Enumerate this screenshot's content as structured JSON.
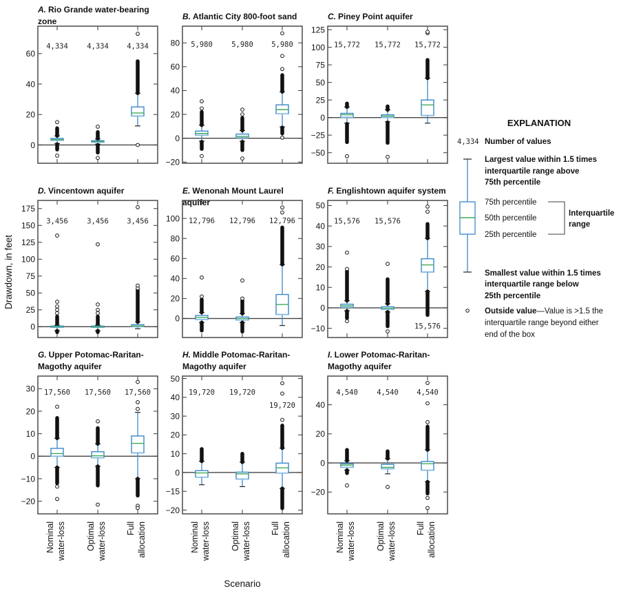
{
  "chart_data": {
    "type": "box",
    "ylabel": "Drawdown, in feet",
    "xlabel": "Scenario",
    "categories": [
      [
        "Nominal",
        "water-loss"
      ],
      [
        "Optimal",
        "water-loss"
      ],
      [
        "Full",
        "allocation"
      ]
    ],
    "colors": {
      "box": "#3a87c8",
      "box_light": "#86b9e0",
      "median": "#3faa5a",
      "outlier": "#111111",
      "frame": "#555555"
    },
    "panels": [
      {
        "letter": "A.",
        "title": [
          "Rio Grande water-bearing",
          "zone"
        ],
        "ylim": [
          -12,
          78
        ],
        "ticks": [
          0,
          20,
          40,
          60
        ],
        "tick_labels": [
          "0",
          "20",
          "40",
          "60"
        ],
        "boxes": [
          {
            "n": "4,334",
            "label_y": 65,
            "stats": [
              1,
              3,
              3.5,
              4.3,
              6
            ],
            "dense": [
              [
                6,
                11
              ],
              [
                -3,
                0.5
              ]
            ],
            "outliers": [
              15,
              -7
            ]
          },
          {
            "n": "4,334",
            "label_y": 65,
            "stats": [
              0.5,
              1.8,
              2.2,
              2.8,
              4
            ],
            "dense": [
              [
                4,
                8.5
              ],
              [
                -5,
                0
              ]
            ],
            "outliers": [
              12,
              -8.5
            ]
          },
          {
            "n": "4,334",
            "label_y": 65,
            "stats": [
              12.5,
              19,
              21,
              25,
              34
            ],
            "dense": [
              [
                34,
                55
              ]
            ],
            "outliers": [
              73,
              0
            ]
          }
        ]
      },
      {
        "letter": "B.",
        "title": [
          "Atlantic City 800-foot sand"
        ],
        "ylim": [
          -21,
          94
        ],
        "ticks": [
          -20,
          0,
          20,
          40,
          60,
          80
        ],
        "tick_labels": [
          "−20",
          "0",
          "20",
          "40",
          "60",
          "80"
        ],
        "boxes": [
          {
            "n": "5,980",
            "label_y": 79,
            "stats": [
              -2.5,
              2.5,
              4,
              6,
              11
            ],
            "dense": [
              [
                11,
                22
              ],
              [
                -9,
                -3
              ]
            ],
            "outliers": [
              25,
              31,
              -15
            ]
          },
          {
            "n": "5,980",
            "label_y": 79,
            "stats": [
              -2.5,
              0.5,
              1.5,
              3.5,
              6.5
            ],
            "dense": [
              [
                6.5,
                17
              ],
              [
                -10,
                -3
              ]
            ],
            "outliers": [
              20,
              24,
              -17
            ]
          },
          {
            "n": "5,980",
            "label_y": 79,
            "stats": [
              9.5,
              20.5,
              24,
              28,
              39
            ],
            "dense": [
              [
                39,
                53
              ],
              [
                4,
                9
              ]
            ],
            "outliers": [
              58,
              69,
              88,
              0.5
            ]
          }
        ]
      },
      {
        "letter": "C.",
        "title": [
          "Piney Point aquifer"
        ],
        "ylim": [
          -65,
          130
        ],
        "ticks": [
          -50,
          -25,
          0,
          25,
          50,
          75,
          100,
          125
        ],
        "tick_labels": [
          "−50",
          "−25",
          "0",
          "25",
          "50",
          "75",
          "100",
          "125"
        ],
        "boxes": [
          {
            "n": "15,772",
            "label_y": 104,
            "stats": [
              -8,
              0.5,
              4,
              6,
              15
            ],
            "dense": [
              [
                15,
                20
              ],
              [
                -35,
                -9
              ]
            ],
            "outliers": [
              -55
            ]
          },
          {
            "n": "15,772",
            "label_y": 104,
            "stats": [
              -6,
              0,
              2,
              4,
              11
            ],
            "dense": [
              [
                11,
                16
              ],
              [
                -36,
                -7
              ]
            ],
            "outliers": [
              -56
            ]
          },
          {
            "n": "15,772",
            "label_y": 104,
            "stats": [
              -8,
              3,
              18,
              25,
              56
            ],
            "dense": [
              [
                56,
                82
              ]
            ],
            "outliers": [
              120,
              122
            ]
          }
        ]
      },
      {
        "letter": "D.",
        "title": [
          "Vincentown aquifer"
        ],
        "ylim": [
          -16,
          187
        ],
        "ticks": [
          0,
          25,
          50,
          75,
          100,
          125,
          150,
          175
        ],
        "tick_labels": [
          "0",
          "25",
          "50",
          "75",
          "100",
          "125",
          "150",
          "175"
        ],
        "boxes": [
          {
            "n": "3,456",
            "label_y": 157,
            "stats": [
              -6,
              -0.5,
              0.3,
              1,
              2
            ],
            "dense": [
              [
                2,
                15
              ],
              [
                -8,
                -6
              ]
            ],
            "outliers": [
              20,
              25,
              30,
              37,
              135
            ]
          },
          {
            "n": "3,456",
            "label_y": 157,
            "stats": [
              -6,
              -0.5,
              0.2,
              1,
              2
            ],
            "dense": [
              [
                2,
                15
              ],
              [
                -8,
                -6
              ]
            ],
            "outliers": [
              20,
              25,
              33,
              122
            ]
          },
          {
            "n": "3,456",
            "label_y": 157,
            "stats": [
              -3,
              0,
              1,
              3,
              7
            ],
            "dense": [
              [
                7,
                55
              ]
            ],
            "outliers": [
              57,
              61,
              177
            ]
          }
        ]
      },
      {
        "letter": "E.",
        "title": [
          "Wenonah Mount Laurel",
          "aquifer"
        ],
        "ylim": [
          -19,
          118
        ],
        "ticks": [
          0,
          20,
          40,
          60,
          80,
          100
        ],
        "tick_labels": [
          "0",
          "20",
          "40",
          "60",
          "80",
          "100"
        ],
        "boxes": [
          {
            "n": "12,796",
            "label_y": 98,
            "stats": [
              -4,
              -1,
              1,
              3,
              6
            ],
            "dense": [
              [
                6,
                19
              ],
              [
                -12,
                -4
              ]
            ],
            "outliers": [
              22,
              41
            ]
          },
          {
            "n": "12,796",
            "label_y": 98,
            "stats": [
              -4,
              -1.5,
              0,
              1.5,
              5
            ],
            "dense": [
              [
                5,
                18
              ],
              [
                -13,
                -4
              ]
            ],
            "outliers": [
              20,
              38
            ]
          },
          {
            "n": "12,796",
            "label_y": 98,
            "stats": [
              -7,
              4,
              14,
              24,
              54
            ],
            "dense": [
              [
                54,
                91
              ]
            ],
            "outliers": [
              106,
              111
            ]
          }
        ]
      },
      {
        "letter": "F.",
        "title": [
          "Englishtown aquifer system"
        ],
        "ylim": [
          -14.5,
          52.5
        ],
        "ticks": [
          -10,
          0,
          10,
          20,
          30,
          40,
          50
        ],
        "tick_labels": [
          "−10",
          "0",
          "10",
          "20",
          "30",
          "40",
          "50"
        ],
        "boxes": [
          {
            "n": "15,576",
            "label_y": 42.5,
            "stats": [
              -1.5,
              0.3,
              1,
              1.8,
              3.5
            ],
            "dense": [
              [
                3.5,
                18
              ],
              [
                -5,
                -1.5
              ]
            ],
            "outliers": [
              19,
              27,
              -6.5
            ]
          },
          {
            "n": "15,576",
            "label_y": 42.5,
            "stats": [
              -2,
              -0.8,
              -0.2,
              0.5,
              2
            ],
            "dense": [
              [
                2,
                14
              ],
              [
                -9,
                -2
              ]
            ],
            "outliers": [
              21.5,
              -11.5
            ]
          },
          {
            "n": "15,576",
            "label_y": -8.8,
            "stats": [
              8,
              17.5,
              21,
              24,
              34
            ],
            "dense": [
              [
                34,
                41
              ],
              [
                -3.5,
                8
              ]
            ],
            "outliers": [
              47,
              49.5
            ]
          }
        ]
      },
      {
        "letter": "G.",
        "title": [
          "Upper Potomac-Raritan-",
          "Magothy aquifer"
        ],
        "ylim": [
          -25.6,
          35.6
        ],
        "ticks": [
          -20,
          -10,
          0,
          10,
          20,
          30
        ],
        "tick_labels": [
          "−20",
          "−10",
          "0",
          "10",
          "20",
          "30"
        ],
        "boxes": [
          {
            "n": "17,560",
            "label_y": 28.5,
            "stats": [
              -5,
              0,
              1.2,
              3.5,
              8
            ],
            "dense": [
              [
                8,
                17
              ],
              [
                -12,
                -5
              ]
            ],
            "outliers": [
              22,
              -13.5,
              -19
            ]
          },
          {
            "n": "17,560",
            "label_y": 28.5,
            "stats": [
              -4.5,
              -0.7,
              0.2,
              2,
              5.5
            ],
            "dense": [
              [
                5.5,
                12.5
              ],
              [
                -13,
                -4.5
              ]
            ],
            "outliers": [
              15.5,
              -21.5
            ]
          },
          {
            "n": "17,560",
            "label_y": 28.5,
            "stats": [
              -10,
              1.5,
              5.7,
              9,
              19.5
            ],
            "dense": [
              [
                -17.5,
                -10
              ]
            ],
            "outliers": [
              21,
              24,
              33,
              -22,
              -23
            ]
          }
        ]
      },
      {
        "letter": "H.",
        "title": [
          "Middle Potomac-Raritan-",
          "Magothy aquifer"
        ],
        "ylim": [
          -22,
          51.3
        ],
        "ticks": [
          -20,
          -10,
          0,
          10,
          20,
          30,
          40,
          50
        ],
        "tick_labels": [
          "−20",
          "−15",
          "0",
          "10",
          "20",
          "30",
          "40",
          "50"
        ],
        "boxes": [
          {
            "n": "19,720",
            "label_y": 42.8,
            "stats": [
              -6.5,
              -2.5,
              -0.2,
              1,
              6
            ],
            "dense": [
              [
                6,
                12.5
              ]
            ],
            "outliers": []
          },
          {
            "n": "19,720",
            "label_y": 42.8,
            "stats": [
              -7.5,
              -3.5,
              -0.7,
              0.2,
              5.5
            ],
            "dense": [
              [
                5.5,
                10
              ]
            ],
            "outliers": []
          },
          {
            "n": "19,720",
            "label_y": 35.9,
            "stats": [
              -8.5,
              -0.3,
              2.5,
              5,
              13
            ],
            "dense": [
              [
                13,
                25
              ],
              [
                -19,
                -8.5
              ]
            ],
            "outliers": [
              28,
              42,
              47.5
            ]
          }
        ]
      },
      {
        "letter": "I.",
        "title": [
          "Lower Potomac-Raritan-",
          "Magothy aquifer"
        ],
        "ylim": [
          -35,
          59.7
        ],
        "ticks": [
          -20,
          0,
          20,
          40
        ],
        "tick_labels": [
          "−20",
          "0",
          "20",
          "40"
        ],
        "boxes": [
          {
            "n": "4,540",
            "label_y": 48.9,
            "stats": [
              -5,
              -3,
              -1.5,
              -0.5,
              1.5
            ],
            "dense": [
              [
                1.5,
                9
              ],
              [
                -7,
                -5
              ]
            ],
            "outliers": [
              -15.5
            ]
          },
          {
            "n": "4,540",
            "label_y": 48.9,
            "stats": [
              -7.5,
              -4,
              -3,
              -1,
              3
            ],
            "dense": [
              [
                3,
                8
              ]
            ],
            "outliers": [
              -16.5
            ]
          },
          {
            "n": "4,540",
            "label_y": 48.9,
            "stats": [
              -13,
              -5,
              -0.5,
              1,
              9
            ],
            "dense": [
              [
                9,
                25
              ],
              [
                -21,
                -13
              ]
            ],
            "outliers": [
              28,
              41,
              55,
              -24,
              -31
            ]
          }
        ]
      }
    ],
    "legend": {
      "title": "EXPLANATION",
      "count_example": "4,334",
      "count_label": "Number of values",
      "upper_whisker": [
        "Largest value within 1.5 times",
        "interquartile range above",
        "75th percentile"
      ],
      "p75": "75th percentile",
      "p50": "50th percentile",
      "p25": "25th percentile",
      "iqr": [
        "Interquartile",
        "range"
      ],
      "lower_whisker": [
        "Smallest value within 1.5 times",
        "interquartile range below",
        "25th percentile"
      ],
      "outside_bold": "Outside value",
      "outside_text": [
        "—Value is >1.5 the",
        "interquartile range beyond either",
        "end of the box"
      ]
    }
  }
}
